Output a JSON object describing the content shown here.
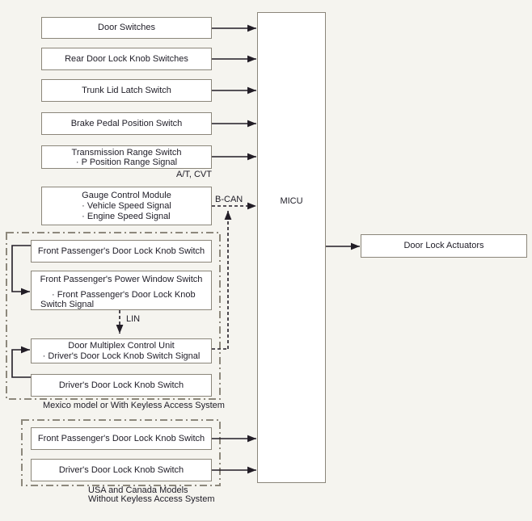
{
  "colors": {
    "background": "#f5f4ef",
    "box_border": "#8b867a",
    "box_fill": "#ffffff",
    "line": "#221d26",
    "group_border": "#8d887c",
    "text": "#1e1c26"
  },
  "boxes": {
    "door_switches": {
      "title": "Door Switches"
    },
    "rear_door_lock": {
      "title": "Rear Door Lock Knob Switches"
    },
    "trunk_lid": {
      "title": "Trunk Lid Latch Switch"
    },
    "brake_pedal": {
      "title": "Brake Pedal Position Switch"
    },
    "transmission": {
      "title": "Transmission Range Switch",
      "bullets": [
        "· P Position Range Signal"
      ]
    },
    "gauge": {
      "title": "Gauge Control Module",
      "bullets": [
        "· Vehicle Speed Signal",
        "· Engine Speed Signal"
      ]
    },
    "fp_door_lock_knob_mx": {
      "title": "Front Passenger's Door Lock Knob Switch"
    },
    "fp_power_window": {
      "title": "Front Passenger's Power Window Switch",
      "bullet_line1": "· Front Passenger's Door Lock Knob",
      "bullet_line2": "Switch Signal"
    },
    "door_multiplex": {
      "title": "Door Multiplex Control Unit",
      "bullets": [
        "· Driver's Door Lock Knob Switch Signal"
      ]
    },
    "driver_door_lock_knob_mx": {
      "title": "Driver's Door Lock Knob Switch"
    },
    "fp_door_lock_knob_us": {
      "title": "Front Passenger's Door Lock Knob Switch"
    },
    "driver_door_lock_knob_us": {
      "title": "Driver's Door Lock Knob Switch"
    },
    "micu": {
      "title": "MICU"
    },
    "actuators": {
      "title": "Door Lock Actuators"
    }
  },
  "labels": {
    "at_cvt": "A/T, CVT",
    "b_can": "B-CAN",
    "lin": "LIN",
    "group1_caption": "Mexico model or With Keyless Access System",
    "group2_caption_line1": "USA and Canada Models",
    "group2_caption_line2": "Without Keyless Access System"
  }
}
